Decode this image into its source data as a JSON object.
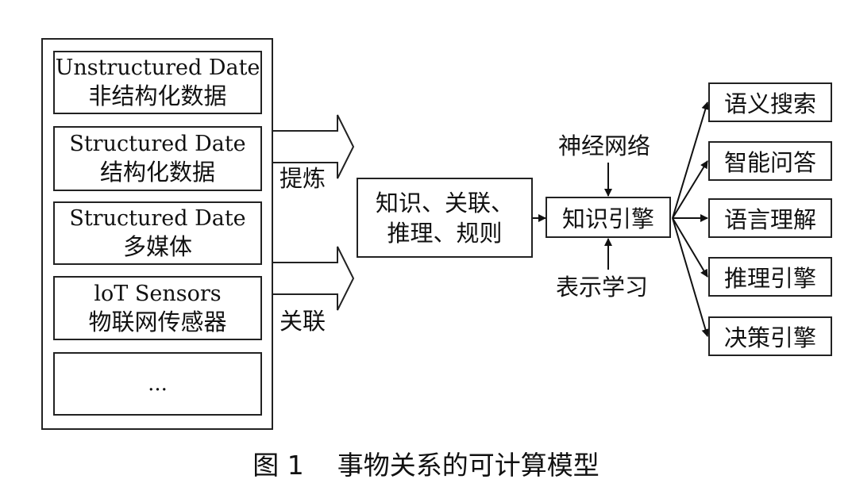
{
  "sources": [
    {
      "en": "Unstructured Date",
      "zh": "非结构化数据"
    },
    {
      "en": "Structured Date",
      "zh": "结构化数据"
    },
    {
      "en": "Structured Date",
      "zh": "多媒体"
    },
    {
      "en": "loT Sensors",
      "zh": "物联网传感器"
    },
    {
      "en": "...",
      "zh": ""
    }
  ],
  "arrow_labels": {
    "extract": "提炼",
    "associate": "关联"
  },
  "knowledge_box": {
    "line1": "知识、关联、",
    "line2": "推理、规则"
  },
  "engine": {
    "label": "知识引擎",
    "top_input": "神经网络",
    "bottom_input": "表示学习"
  },
  "outputs": [
    "语义搜索",
    "智能问答",
    "语言理解",
    "推理引擎",
    "决策引擎"
  ],
  "caption": {
    "number": "图 1",
    "title": "事物关系的可计算模型"
  }
}
